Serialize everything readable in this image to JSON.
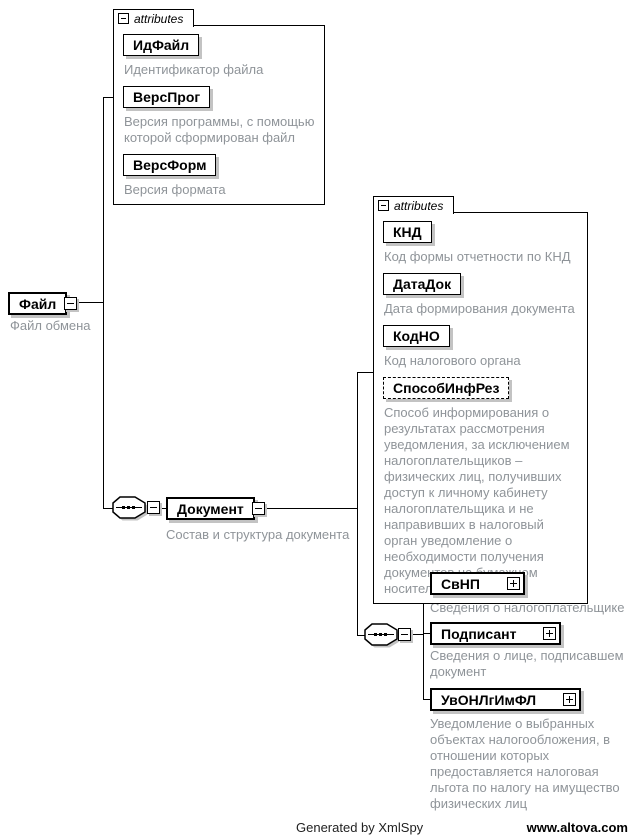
{
  "colors": {
    "shadow": "#c3c3c3",
    "annotation": "#8f9499",
    "line": "#000000"
  },
  "diagram": {
    "file_element": {
      "label": "Файл",
      "annotation": "Файл обмена"
    },
    "file_attributes": {
      "tab_label": "attributes",
      "items": [
        {
          "name": "ИдФайл",
          "annotation": "Идентификатор файла"
        },
        {
          "name": "ВерсПрог",
          "annotation": "Версия программы, с помощью которой сформирован файл"
        },
        {
          "name": "ВерсФорм",
          "annotation": "Версия формата"
        }
      ]
    },
    "document_element": {
      "label": "Документ",
      "annotation": "Состав и структура документа"
    },
    "document_attributes": {
      "tab_label": "attributes",
      "items": [
        {
          "name": "КНД",
          "annotation": "Код формы отчетности по КНД"
        },
        {
          "name": "ДатаДок",
          "annotation": "Дата формирования документа"
        },
        {
          "name": "КодНО",
          "annotation": "Код налогового органа"
        },
        {
          "name": "СпособИнфРез",
          "annotation": "Способ информирования о результатах рассмотрения уведомления, за исключением налогоплательщиков – физических лиц, получивших доступ к личному кабинету налогоплательщика и не направивших в налоговый орган уведомление о необходимости получения документов на бумажном носителе"
        }
      ]
    },
    "document_children": [
      {
        "name": "СвНП",
        "annotation": "Сведения о налогоплательщике"
      },
      {
        "name": "Подписант",
        "annotation": "Сведения о лице, подписавшем документ"
      },
      {
        "name": "УвОНЛгИмФЛ",
        "annotation": "Уведомление о выбранных объектах налогообложения, в отношении которых предоставляется налоговая льгота по налогу на имущество физических лиц"
      }
    ],
    "footer": {
      "generated": "Generated by XmlSpy",
      "site": "www.altova.com"
    }
  }
}
